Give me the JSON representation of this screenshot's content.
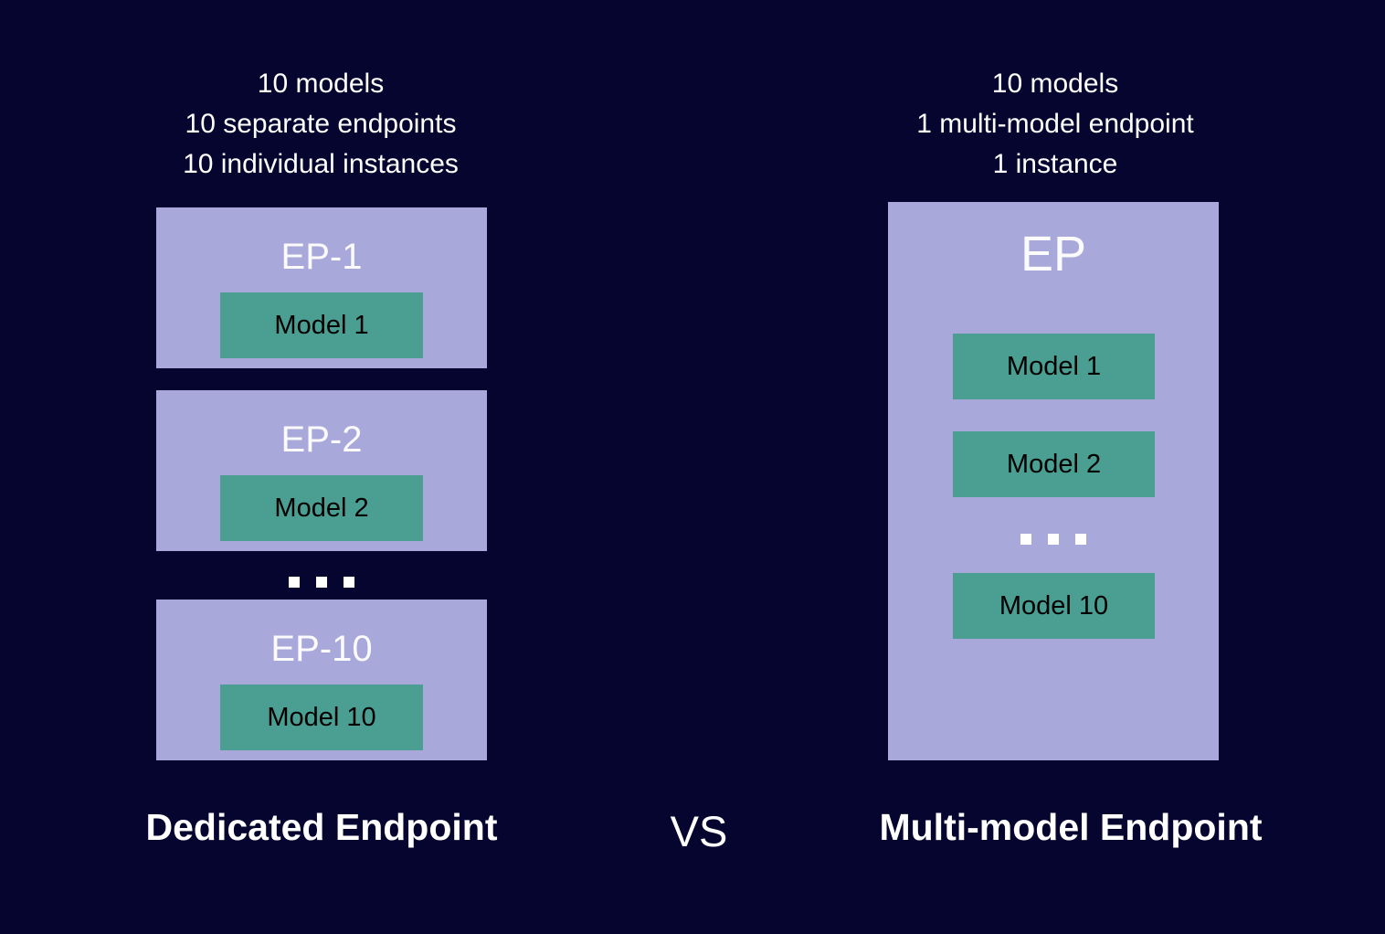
{
  "slide": {
    "left": {
      "heading_lines": [
        "10 models",
        "10 separate endpoints",
        "10 individual instances"
      ],
      "endpoints": [
        {
          "title": "EP-1",
          "model_label": "Model 1"
        },
        {
          "title": "EP-2",
          "model_label": "Model 2"
        },
        {
          "title": "EP-10",
          "model_label": "Model 10"
        }
      ],
      "ellipsis": "...",
      "footer_label": "Dedicated Endpoint"
    },
    "vs_label": "VS",
    "right": {
      "heading_lines": [
        "10 models",
        "1 multi-model endpoint",
        "1 instance"
      ],
      "endpoint_title": "EP",
      "model_labels": [
        "Model 1",
        "Model 2",
        "Model 10"
      ],
      "ellipsis": "...",
      "footer_label": "Multi-model Endpoint"
    },
    "colors": {
      "background": "#05052f",
      "endpoint_fill": "#a9a8db",
      "model_fill": "#4a9e92",
      "light_text": "#ffffff",
      "model_text": "#000000"
    }
  }
}
